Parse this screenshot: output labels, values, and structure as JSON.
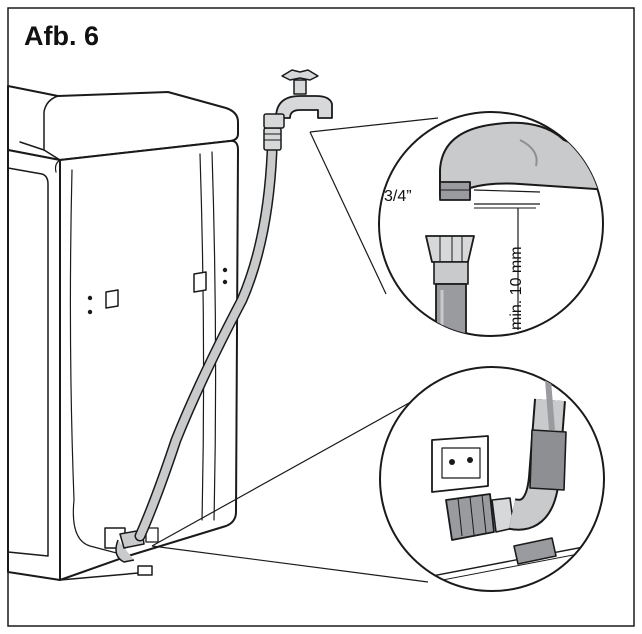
{
  "figure": {
    "title": "Afb. 6",
    "thread_size_label": "3/4”",
    "min_length_label": "min. 10 mm"
  },
  "colors": {
    "line": "#1a1a1a",
    "hose_fill": "#c9cacc",
    "tap_fill": "#d7d8da",
    "machine_fill": "#ffffff"
  },
  "icons": [
    "water-tap-icon",
    "inlet-hose-icon",
    "washing-machine-icon",
    "valve-connector-icon"
  ]
}
